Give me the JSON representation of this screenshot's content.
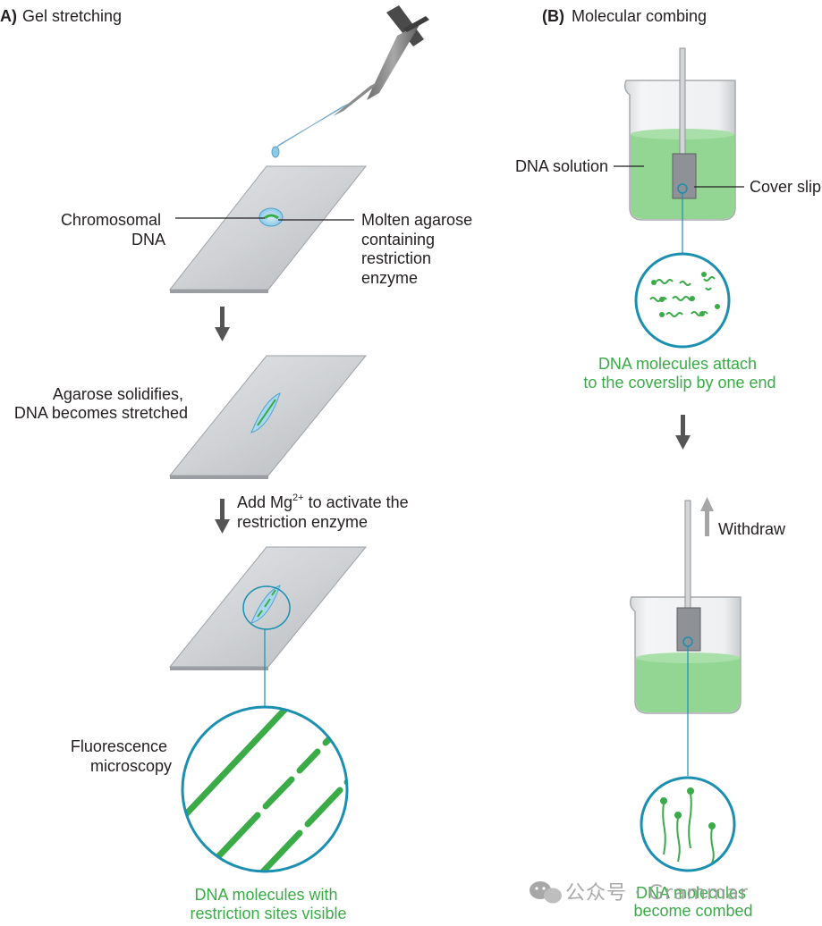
{
  "panel_a": {
    "letter": "A)",
    "title": "Gel stretching",
    "chromosomal_dna": [
      "Chromosomal",
      "DNA"
    ],
    "molten_agarose": [
      "Molten agarose",
      "containing",
      "restriction",
      "enzyme"
    ],
    "agarose_solidifies": [
      "Agarose solidifies,",
      "DNA becomes stretched"
    ],
    "add_mg_prefix": "Add Mg",
    "add_mg_sup": "2+",
    "add_mg_suffix": " to activate the",
    "add_mg_line2": "restriction enzyme",
    "fluorescence": [
      "Fluorescence",
      "microscopy"
    ],
    "result": [
      "DNA molecules with",
      "restriction sites visible"
    ]
  },
  "panel_b": {
    "letter": "(B)",
    "title": "Molecular combing",
    "dna_solution": "DNA solution",
    "cover_slip": "Cover slip",
    "attach": [
      "DNA molecules attach",
      "to the coverslip by one end"
    ],
    "withdraw": "Withdraw",
    "combed": [
      "DNA molecules",
      "become combed"
    ]
  },
  "watermark": "公众号 · Grammar",
  "colors": {
    "green": "#3aab47",
    "solution": "#93d693",
    "outline": "#1a8fb0",
    "arrow": "#555555"
  }
}
